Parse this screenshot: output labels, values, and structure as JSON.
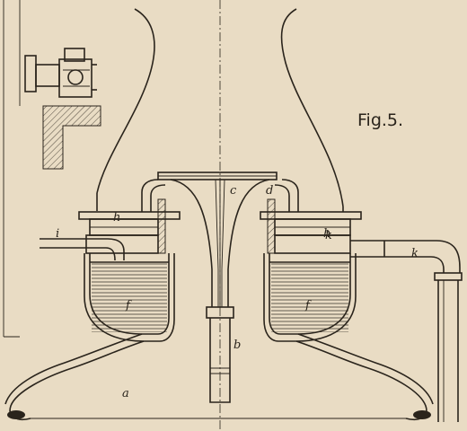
{
  "figure": {
    "title": "Fig.5."
  },
  "labels": {
    "a": "a",
    "b": "b",
    "c": "c",
    "d": "d",
    "f_left": "f",
    "f_right": "f",
    "h_left": "h",
    "h_right": "h",
    "i": "i",
    "k_inner": "k",
    "k_outer": "k"
  },
  "colors": {
    "paper": "#e9dcc4",
    "ink": "#2a241c"
  }
}
